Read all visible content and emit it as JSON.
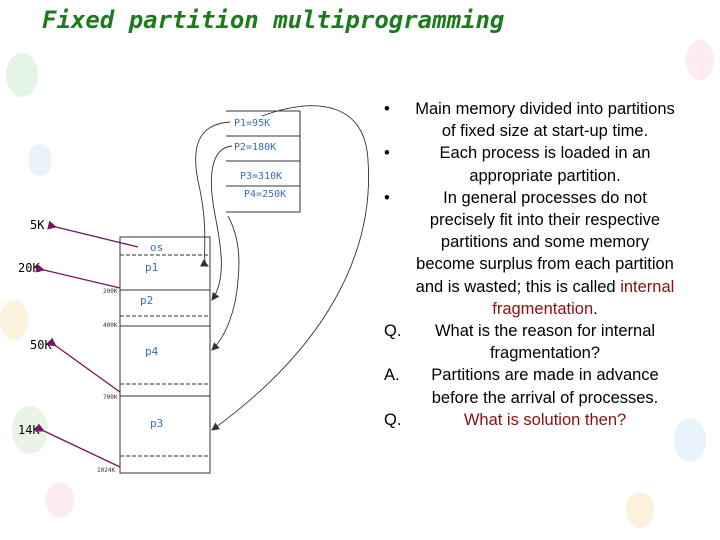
{
  "title": "Fixed partition multiprogramming",
  "diagram": {
    "queue": [
      "P1=95K",
      "P2=180K",
      "P3=310K",
      "P4=250K"
    ],
    "partitions": [
      "os",
      "p1",
      "p2",
      "p4",
      "p3"
    ],
    "addresses": [
      "200K",
      "400K",
      "700K",
      "1024K"
    ],
    "waste": [
      "5K",
      "20K",
      "50K",
      "14K"
    ]
  },
  "bullets": [
    {
      "marker": "•",
      "text": "Main memory divided into partitions of fixed size at start-up time."
    },
    {
      "marker": "•",
      "text": "Each process is loaded in an appropriate partition."
    },
    {
      "marker": "•",
      "text_before": "In general processes do not precisely fit into their respective partitions and some memory become surplus from each partition and is wasted; this is called ",
      "highlight": "internal fragmentation",
      "text_after": "."
    }
  ],
  "qa": [
    {
      "marker": "Q.",
      "text": "What is the reason for internal fragmentation?"
    },
    {
      "marker": "A.",
      "text": "Partitions are made in advance before the arrival of processes."
    },
    {
      "marker": "Q.",
      "highlight": "What is solution then?"
    }
  ],
  "colors": {
    "title": "#1d7a1d",
    "arrow": "#7a1560",
    "highlight": "#8a1010",
    "queue_text": "#3a6fb0"
  }
}
